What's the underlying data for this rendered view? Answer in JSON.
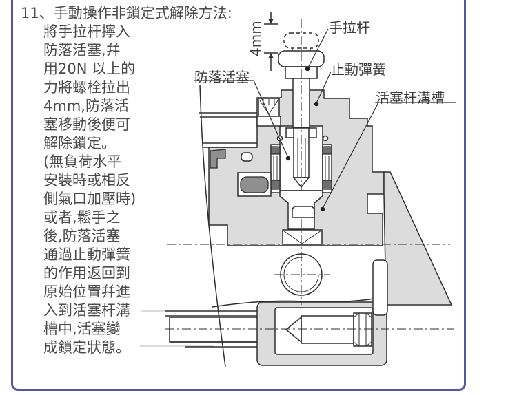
{
  "frame": {
    "border_color": "#5159a6"
  },
  "instructions": {
    "heading": "11、手動操作非鎖定式解除方法:",
    "lines": [
      "將手拉杆擰入",
      "防落活塞,幷",
      "用20N 以上的",
      "力將螺栓拉出",
      "4mm,防落活",
      "塞移動後便可",
      "解除鎖定。",
      "(無負荷水平",
      "安裝時或相反",
      "側氣口加壓時)",
      "或者,鬆手之",
      "後,防落活塞",
      "通過止動彈簧",
      "的作用返回到",
      "原始位置幷進",
      "入到活塞杆溝",
      "槽中,活塞變",
      "成鎖定狀態。"
    ]
  },
  "diagram": {
    "dimension": "4mm",
    "labels": {
      "hand_pull_rod": "手拉杆",
      "stop_spring": "止動彈簧",
      "anti_drop_piston": "防落活塞",
      "piston_rod_groove": "活塞杆溝槽"
    },
    "colors": {
      "line": "#2e2e2e",
      "body_fill": "#dcdcdc",
      "seal_fill": "#8f8f8f",
      "border": "#5159a6"
    }
  }
}
